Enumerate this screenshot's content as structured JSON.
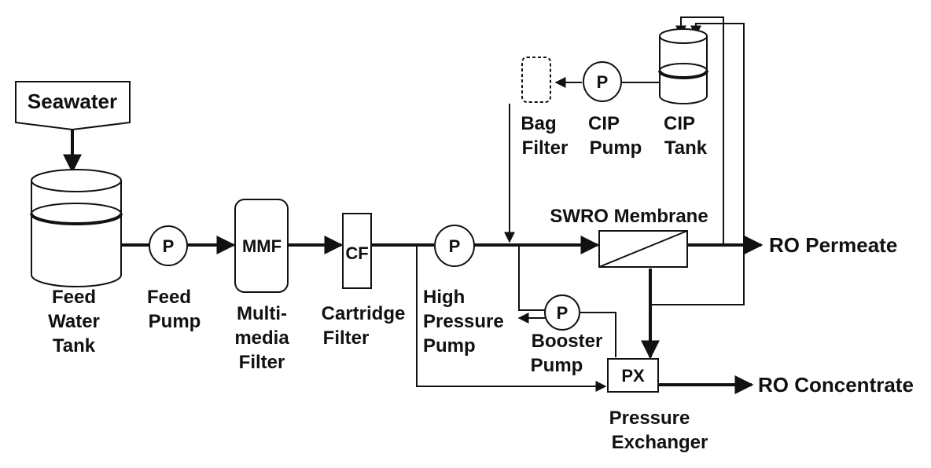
{
  "nodes": {
    "seawater": {
      "label": "Seawater"
    },
    "feed_water_tank": {
      "label_lines": [
        "Feed",
        "Water",
        "Tank"
      ]
    },
    "feed_pump": {
      "symbol": "P",
      "label_lines": [
        "Feed",
        "Pump"
      ]
    },
    "mmf": {
      "symbol": "MMF",
      "label_lines": [
        "Multi-",
        "media",
        "Filter"
      ]
    },
    "cartridge_filter": {
      "symbol": "CF",
      "label_lines": [
        "Cartridge",
        "Filter"
      ]
    },
    "high_pressure_pump": {
      "symbol": "P",
      "label_lines": [
        "High",
        "Pressure",
        "Pump"
      ]
    },
    "bag_filter": {
      "label_lines": [
        "Bag",
        "Filter"
      ]
    },
    "cip_pump": {
      "symbol": "P",
      "label_lines": [
        "CIP",
        "Pump"
      ]
    },
    "cip_tank": {
      "label_lines": [
        "CIP",
        "Tank"
      ]
    },
    "swro_membrane": {
      "label": "SWRO Membrane"
    },
    "booster_pump": {
      "symbol": "P",
      "label_lines": [
        "Booster",
        "Pump"
      ]
    },
    "pressure_exchanger": {
      "symbol": "PX",
      "label_lines": [
        "Pressure",
        "Exchanger"
      ]
    }
  },
  "outputs": {
    "ro_permeate": "RO Permeate",
    "ro_concentrate": "RO Concentrate"
  },
  "colors": {
    "stroke": "#111111",
    "background": "#ffffff"
  }
}
